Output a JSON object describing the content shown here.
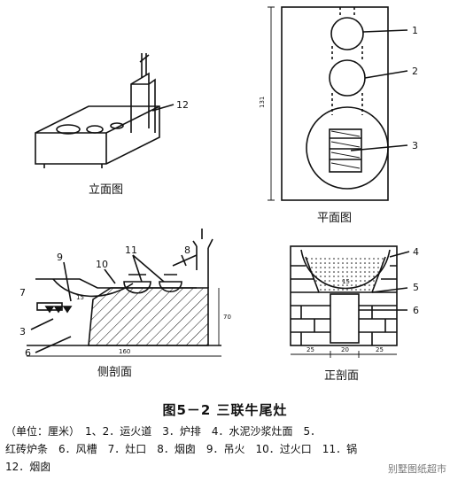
{
  "views": {
    "elevation": {
      "caption": "立面图"
    },
    "plan": {
      "caption": "平面图",
      "dim_length": "131"
    },
    "side_section": {
      "caption": "侧剖面",
      "dim_width": "160",
      "dim_height": "70",
      "dim_inner": "15"
    },
    "front_section": {
      "caption": "正剖面",
      "dims": [
        "25",
        "20",
        "25"
      ],
      "dim_inner": "15"
    }
  },
  "callouts": {
    "c1": "1",
    "c2": "2",
    "c3": "3",
    "c4": "4",
    "c5": "5",
    "c6": "6",
    "c7": "7",
    "c8": "8",
    "c9": "9",
    "c10": "10",
    "c11": "11",
    "c12": "12",
    "side_3": "3",
    "side_6": "6"
  },
  "figure": {
    "number": "图5－2",
    "title": "三联牛尾灶"
  },
  "legend": {
    "line1": "（单位：厘米）　1、2．运火道　3．炉排　4．水泥沙浆灶面　5．",
    "line2": "红砖炉条　6．风槽　7．灶口　8．烟囱　9．吊火　10．过火口　11．锅",
    "line3": "12．烟囱"
  },
  "watermark": "别墅图纸超市"
}
